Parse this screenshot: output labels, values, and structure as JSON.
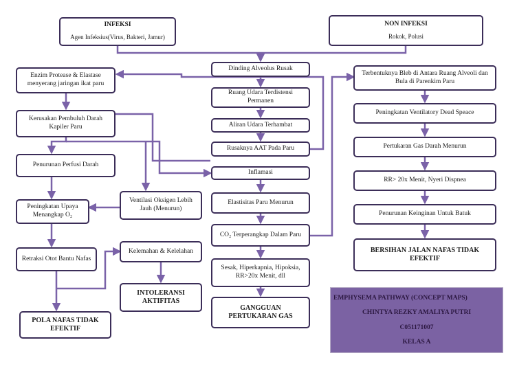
{
  "colors": {
    "line": "#7a62a8",
    "border": "#3b2d58",
    "panel": "#7b62a3"
  },
  "nodes": {
    "infeksi": {
      "title": "INFEKSI",
      "sub": "Agen Infeksius(Virus, Bakteri, Jamur)"
    },
    "non_infeksi": {
      "title": "NON INFEKSI",
      "sub": "Rokok, Polusi"
    },
    "dinding": "Dinding Alveolus Rusak",
    "ruang": "Ruang Udara Terdistensi Permanen",
    "aliran": "Aliran Udara Terhambat",
    "aat": "Rusaknya AAT Pada Paru",
    "inflamasi": "Inflamasi",
    "elastisitas": "Elastisitas Paru Menurun",
    "co2": "CO₂ Terperangkap Dalam Paru",
    "sesak": "Sesak, Hiperkapnia, Hipoksia, RR>20x Menit, dll",
    "gangguan": "GANGGUAN PERTUKARAN GAS",
    "enzim": "Enzim Protease & Elastase menyerang jaringan ikat paru",
    "kerusakan": "Kerusakan Pembuluh Darah Kapiler Paru",
    "perfusi": "Penurunan Perfusi Darah",
    "upaya": "Peningkatan Upaya Menangkap O₂",
    "ventilasi": "Ventilasi Oksigen Lebih Jauh (Menurun)",
    "retraksi": "Retraksi Otot Bantu Nafas",
    "kelemahan": "Kelemahan & Kelelahan",
    "intoleransi": "INTOLERANSI AKTIFITAS",
    "pola": "POLA NAFAS TIDAK EFEKTIF",
    "bleb": "Terbentuknya Bleb di Antara Ruang Alveoli dan Bula di Parenkim Paru",
    "deadspace": "Peningkatan Ventilatory Dead Speace",
    "gas": "Pertukaran Gas Darah Menurun",
    "rr": "RR> 20x Menit, Nyeri Dispnea",
    "batuk": "Penurunan Keinginan Untuk Batuk",
    "bersihan": "BERSIHAN JALAN NAFAS TIDAK EFEKTIF"
  },
  "info": {
    "title": "EMPHYSEMA PATHWAY (CONCEPT MAPS)",
    "author": "CHINTYA REZKY AMALIYA PUTRI",
    "nim": "C051171007",
    "kelas": "KELAS A"
  }
}
